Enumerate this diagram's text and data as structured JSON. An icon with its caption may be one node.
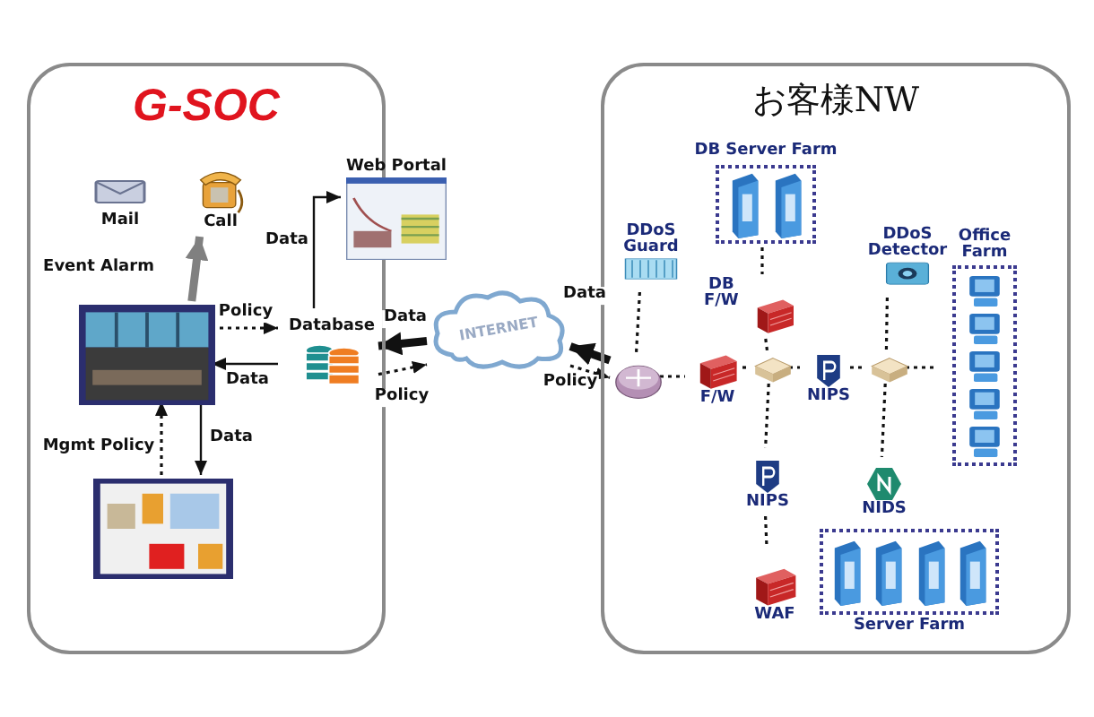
{
  "diagram": {
    "nodes": [
      {
        "text": [
          "G-SOC"
        ]
      },
      {
        "text": [
          "Mail"
        ],
        "in": 0
      },
      {
        "text": [
          "Call"
        ],
        "in": 0
      },
      {
        "text": [],
        "shape": "picture",
        "in": 0
      },
      {
        "text": [
          "Web Portal"
        ]
      },
      {
        "text": [
          "Database"
        ],
        "in": 0
      },
      {
        "text": [],
        "shape": "picture",
        "in": 0
      },
      {
        "text": [
          "INTERNET"
        ]
      },
      {
        "text": [
          "お客様NW"
        ]
      },
      {
        "text": [],
        "shape": "picture",
        "in": 8
      },
      {
        "text": [
          "DDoS Guard"
        ],
        "in": 8
      },
      {
        "text": [
          "DB Server Farm"
        ],
        "in": 8
      },
      {
        "text": [
          "DB F/W"
        ],
        "in": 8
      },
      {
        "text": [
          "F/W"
        ],
        "in": 8
      },
      {
        "text": [],
        "shape": "picture",
        "in": 8
      },
      {
        "text": [
          "NIPS"
        ],
        "in": 8
      },
      {
        "text": [],
        "shape": "picture",
        "in": 8
      },
      {
        "text": [
          "DDoS Detector"
        ],
        "in": 8
      },
      {
        "text": [
          "Office Farm"
        ],
        "in": 8
      },
      {
        "text": [
          "NIPS"
        ],
        "in": 8
      },
      {
        "text": [
          "NIDS"
        ],
        "in": 8
      },
      {
        "text": [
          "WAF"
        ],
        "in": 8
      },
      {
        "text": [
          "Server Farm"
        ],
        "in": 8
      }
    ],
    "edges": [
      {
        "from": 5,
        "to": 4,
        "arrow": "to",
        "label": "Data"
      },
      {
        "from": 3,
        "to": 5,
        "arrow": "to",
        "label": "Policy",
        "style": "dashed"
      },
      {
        "from": 5,
        "to": 3,
        "arrow": "to",
        "label": "Data"
      },
      {
        "from": 7,
        "to": 5,
        "arrow": "to",
        "label": "Data",
        "style": "thick"
      },
      {
        "from": 5,
        "to": 7,
        "arrow": "to",
        "label": "Policy",
        "style": "dashed"
      },
      {
        "from": 3,
        "to": 6,
        "arrow": "to",
        "label": "Data"
      },
      {
        "from": 6,
        "to": 3,
        "arrow": "to",
        "label": "Mgmt Policy",
        "style": "dashed"
      },
      {
        "from": 9,
        "to": 7,
        "arrow": "to",
        "label": "Data",
        "style": "thick"
      },
      {
        "from": 7,
        "to": 9,
        "arrow": "to",
        "label": "Policy",
        "style": "dashed"
      },
      {
        "from": 10,
        "to": 9,
        "arrow": "none",
        "style": "dashed"
      },
      {
        "from": 9,
        "to": 13,
        "arrow": "none",
        "style": "dashed"
      },
      {
        "from": 13,
        "to": 14,
        "arrow": "none",
        "style": "dashed"
      },
      {
        "from": 11,
        "to": 12,
        "arrow": "none",
        "style": "dashed"
      },
      {
        "from": 12,
        "to": 14,
        "arrow": "none",
        "style": "dashed"
      },
      {
        "from": 14,
        "to": 15,
        "arrow": "none",
        "style": "dashed"
      },
      {
        "from": 15,
        "to": 16,
        "arrow": "none",
        "style": "dashed"
      },
      {
        "from": 16,
        "to": 18,
        "arrow": "none",
        "style": "dashed"
      },
      {
        "from": 17,
        "to": 16,
        "arrow": "none",
        "style": "dashed"
      },
      {
        "from": 14,
        "to": 19,
        "arrow": "none",
        "style": "dashed"
      },
      {
        "from": 19,
        "to": 21,
        "arrow": "none",
        "style": "dashed"
      },
      {
        "from": 16,
        "to": 20,
        "arrow": "none",
        "style": "dashed"
      },
      {
        "from": 3,
        "to": 2,
        "arrow": "to",
        "label": "Event Alarm",
        "style": "thick",
        "color": "#808080"
      }
    ]
  }
}
